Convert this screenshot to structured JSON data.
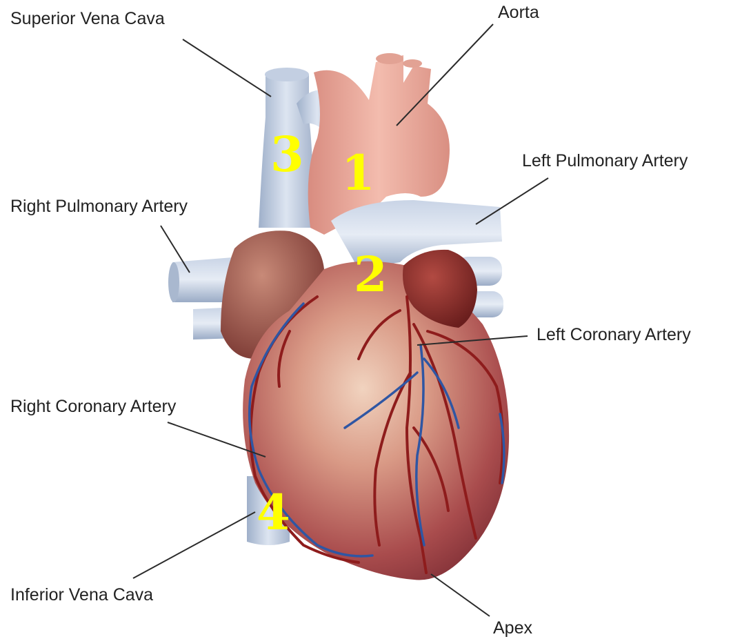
{
  "labels": {
    "superior_vena_cava": "Superior Vena Cava",
    "aorta": "Aorta",
    "left_pulmonary_artery": "Left Pulmonary Artery",
    "right_pulmonary_artery": "Right Pulmonary Artery",
    "left_coronary_artery": "Left Coronary Artery",
    "right_coronary_artery": "Right Coronary Artery",
    "inferior_vena_cava": "Inferior Vena Cava",
    "apex": "Apex"
  },
  "markers": {
    "m1": "1",
    "m2": "2",
    "m3": "3",
    "m4": "4"
  },
  "colors": {
    "marker": "#ffff00",
    "label_text": "#222222",
    "heart_muscle": "#b45a56",
    "vessel_vein": "#b8c6dc",
    "aorta": "#e7a89a",
    "coronary_artery": "#8e1c1c",
    "coronary_vein": "#2f56a3"
  },
  "icons": {
    "heart": "heart-illustration"
  }
}
